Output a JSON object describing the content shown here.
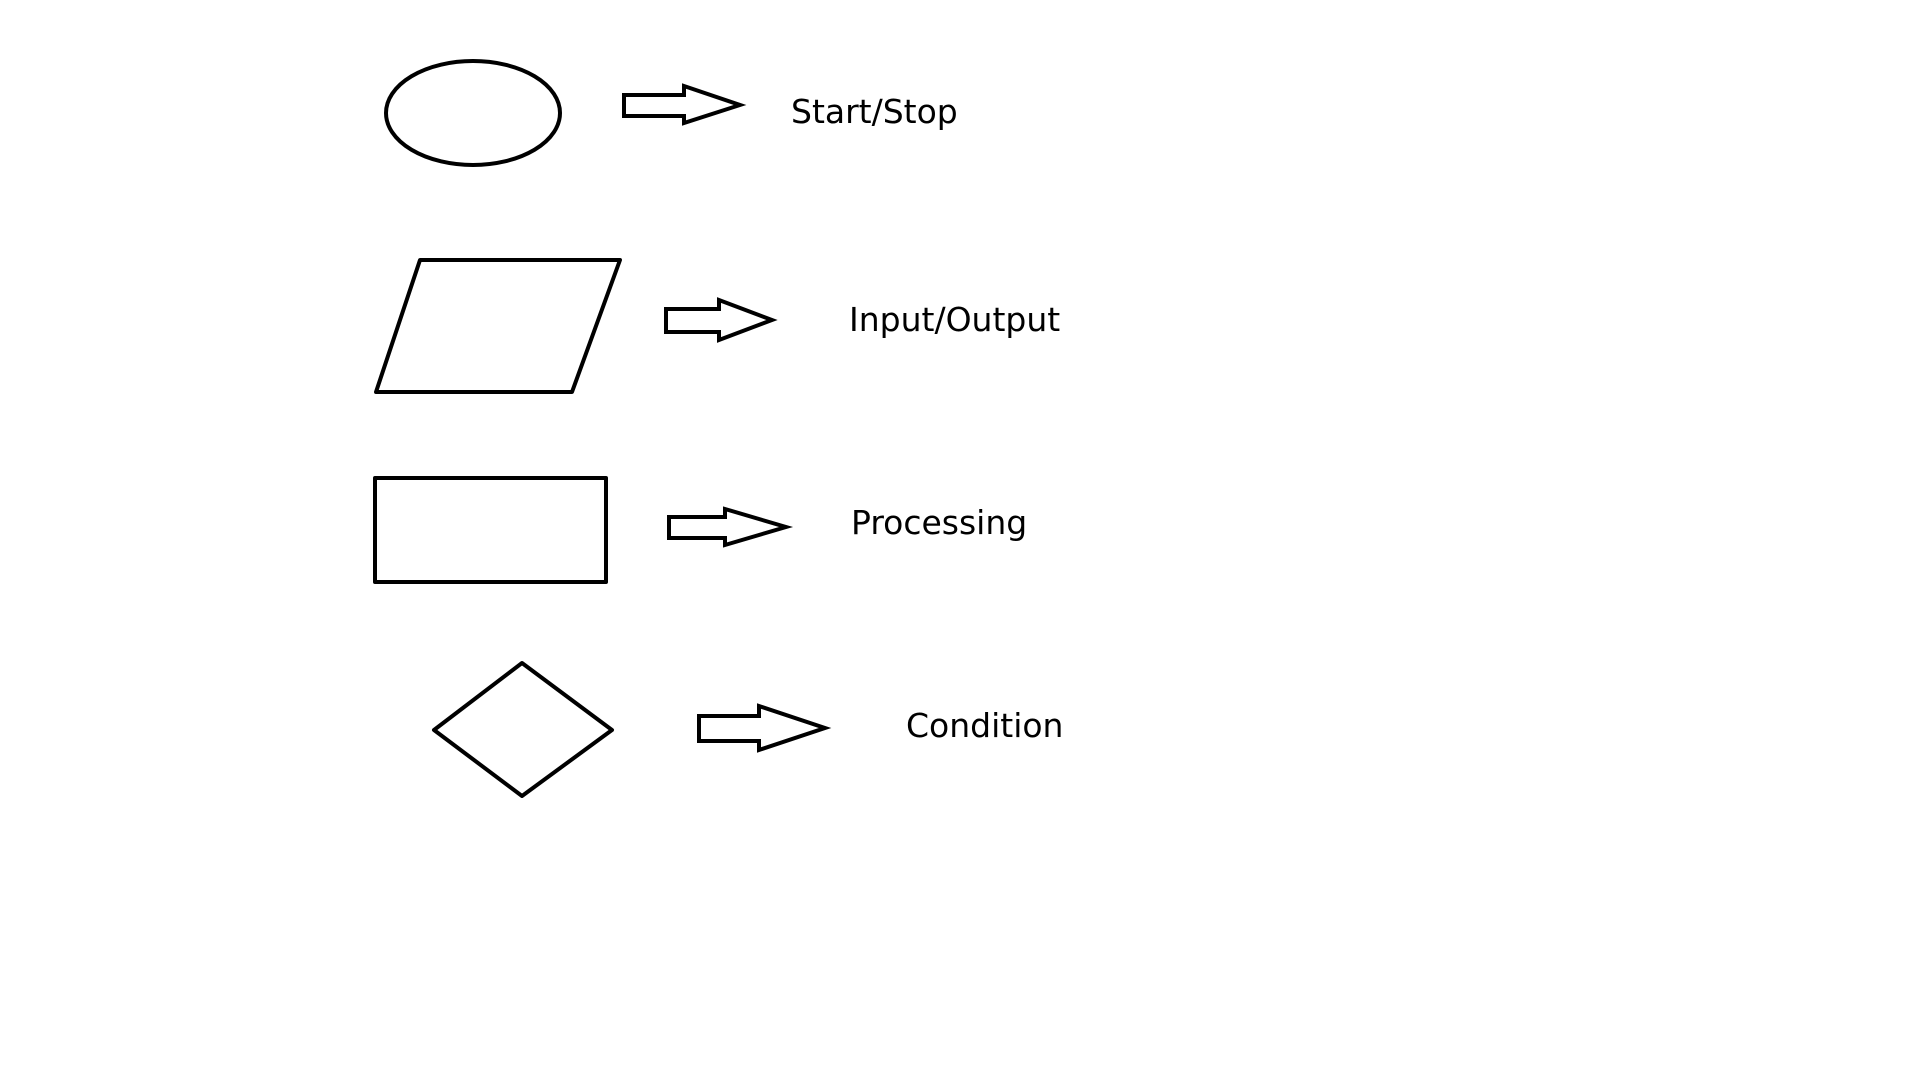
{
  "diagram": {
    "title": "",
    "colors": {
      "background": "#ffffff",
      "stroke": "#000000",
      "text": "#000000"
    },
    "rows": [
      {
        "shape": "ellipse-icon",
        "arrow": "right-arrow-icon",
        "label": "Start/Stop"
      },
      {
        "shape": "parallelogram-icon",
        "arrow": "right-arrow-icon",
        "label": "Input/Output"
      },
      {
        "shape": "rectangle-icon",
        "arrow": "right-arrow-icon",
        "label": "Processing"
      },
      {
        "shape": "diamond-icon",
        "arrow": "right-arrow-icon",
        "label": "Condition"
      }
    ]
  }
}
